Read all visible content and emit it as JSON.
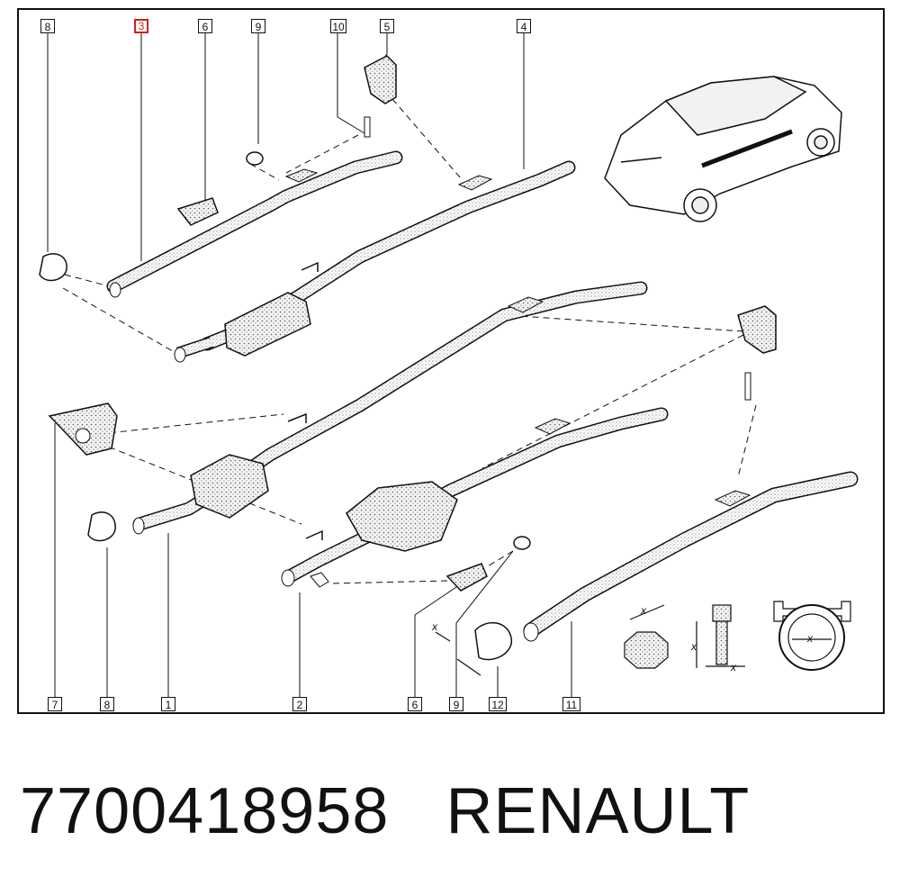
{
  "callouts_top": [
    "8",
    "3",
    "6",
    "9",
    "10",
    "5",
    "4"
  ],
  "callouts_bottom": [
    "7",
    "8",
    "1",
    "2",
    "6",
    "9",
    "12",
    "11"
  ],
  "highlighted_callout": "3",
  "dimension_label": "x",
  "caption": {
    "part_number": "7700418958",
    "brand": "RENAULT"
  },
  "colors": {
    "line": "#111111",
    "highlight": "#d21f1f",
    "background": "#ffffff"
  }
}
